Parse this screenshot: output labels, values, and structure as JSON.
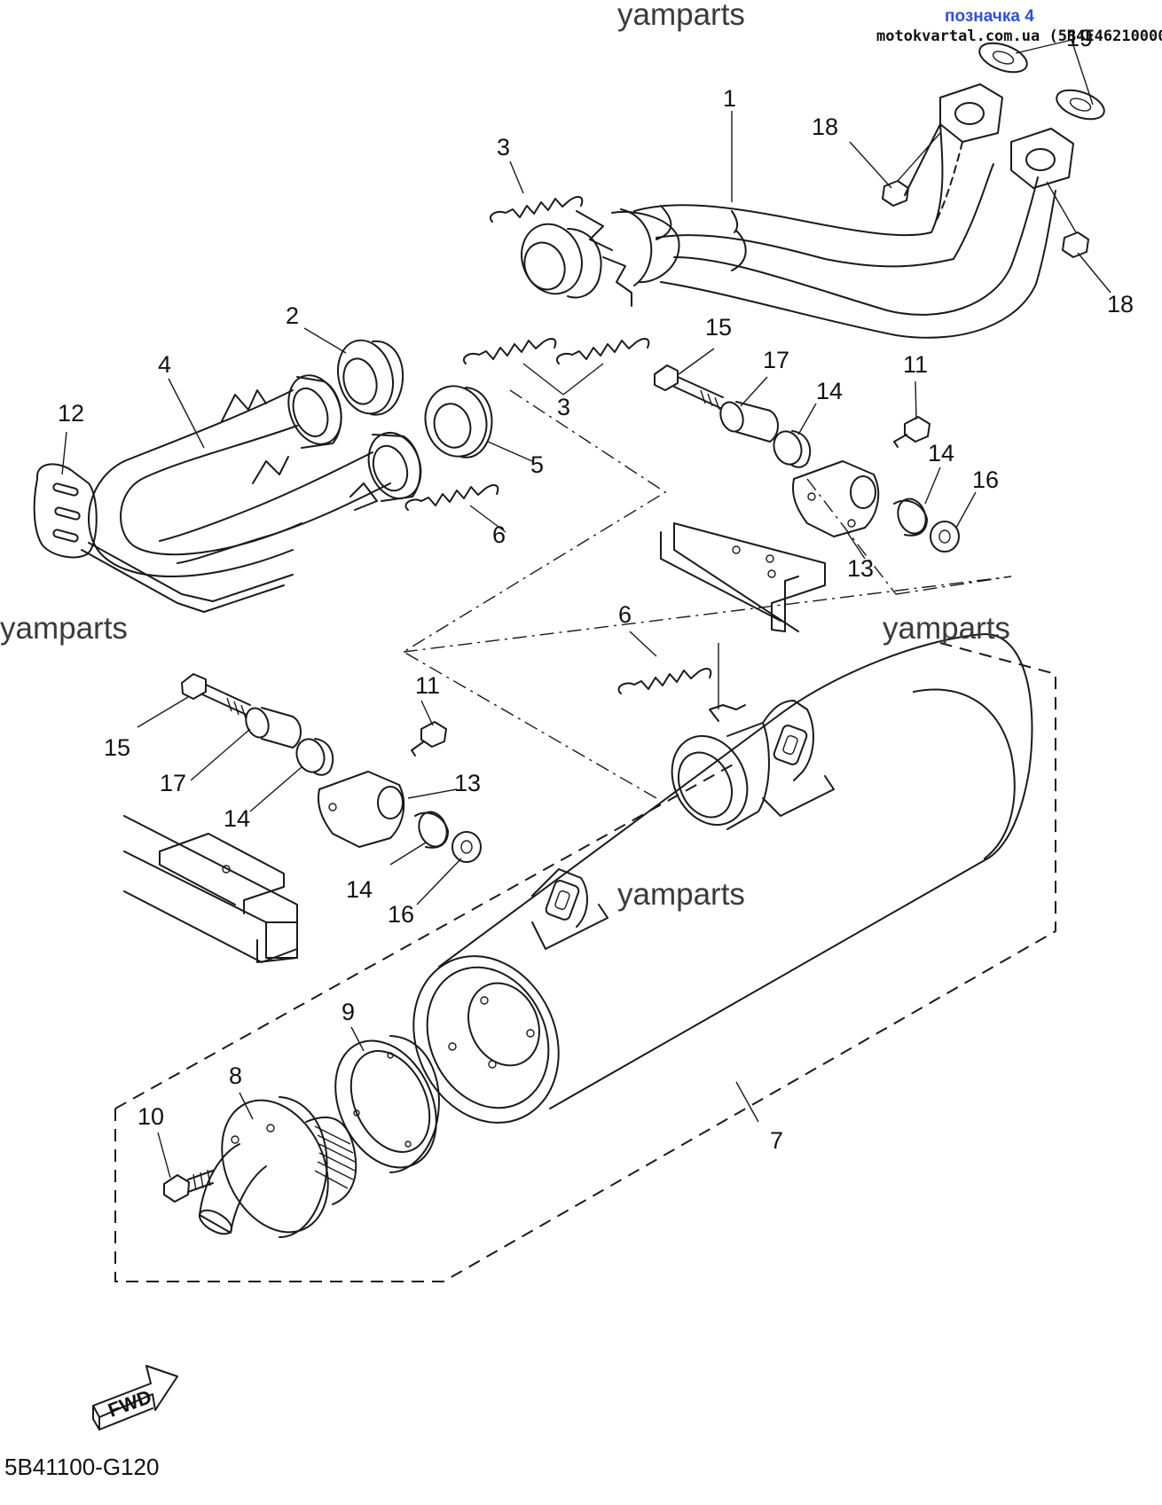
{
  "watermarks": [
    "yamparts",
    "yamparts",
    "yamparts",
    "yamparts"
  ],
  "header": {
    "tag": "позначка 4",
    "source": "motokvartal.com.ua (5B4E46210000)"
  },
  "part_callouts": [
    "1",
    "2",
    "3",
    "3",
    "4",
    "5",
    "6",
    "6",
    "7",
    "8",
    "9",
    "10",
    "11",
    "11",
    "12",
    "13",
    "13",
    "14",
    "14",
    "14",
    "14",
    "15",
    "15",
    "16",
    "16",
    "17",
    "17",
    "18",
    "18",
    "19"
  ],
  "direction_label": "FWD",
  "diagram_code": "5B41100-G120"
}
